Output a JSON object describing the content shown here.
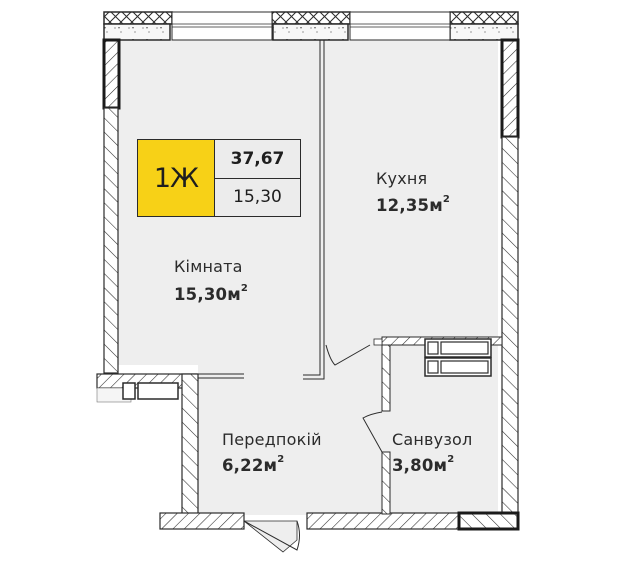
{
  "plan": {
    "apartment_type": "1Ж",
    "total_area": "37,67",
    "living_area": "15,30",
    "colors": {
      "floor": "#eeeeee",
      "wall": "#2b2b2b",
      "badge_yellow": "#f7d117",
      "background": "#ffffff"
    },
    "rooms": [
      {
        "name": "Кімната",
        "area": "15,30",
        "unit": "м",
        "sup": "2"
      },
      {
        "name": "Кухня",
        "area": "12,35",
        "unit": "м",
        "sup": "2"
      },
      {
        "name": "Передпокій",
        "area": "6,22",
        "unit": "м",
        "sup": "2"
      },
      {
        "name": "Санвузол",
        "area": "3,80",
        "unit": "м",
        "sup": "2"
      }
    ]
  }
}
